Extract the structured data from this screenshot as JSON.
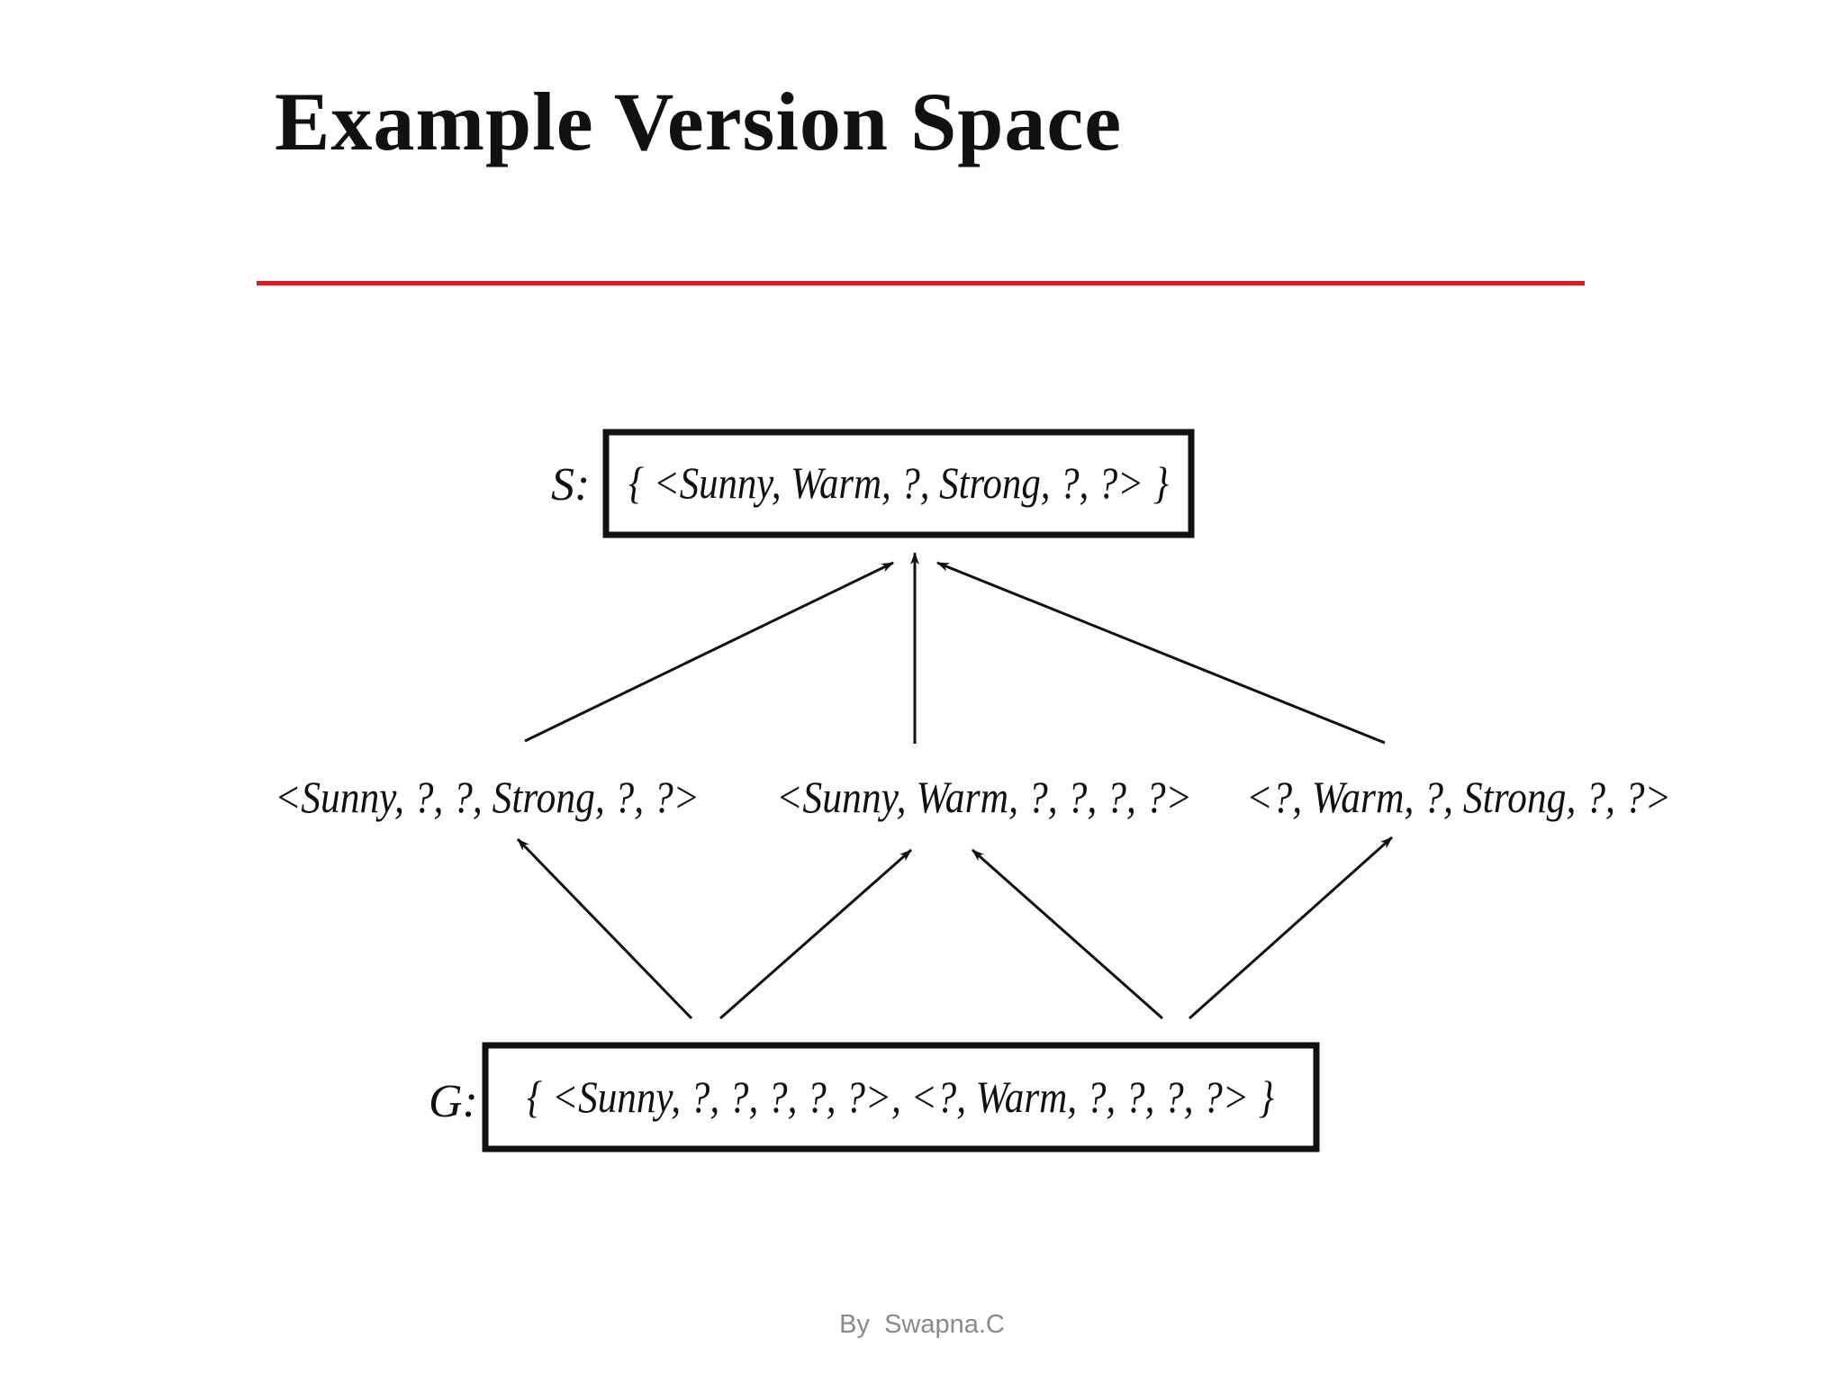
{
  "slide": {
    "title": "Example Version Space",
    "footer": "By  Swapna.C"
  },
  "colors": {
    "title_rule": "#d81e26",
    "text": "#111111",
    "footer": "#8a8a8a",
    "arrow": "#111111"
  },
  "diagram": {
    "specific_boundary": {
      "label": "S:",
      "value": "{ <Sunny, Warm, ?, Strong, ?, ?> }"
    },
    "general_boundary": {
      "label": "G:",
      "value": "{ <Sunny, ?, ?, ?, ?, ?>, <?, Warm, ?, ?, ?, ?> }"
    },
    "intermediate_hypotheses": [
      "<Sunny, ?, ?, Strong, ?, ?>",
      "<Sunny, Warm, ?, ?, ?, ?>",
      "<?, Warm, ?, Strong, ?, ?>"
    ]
  }
}
